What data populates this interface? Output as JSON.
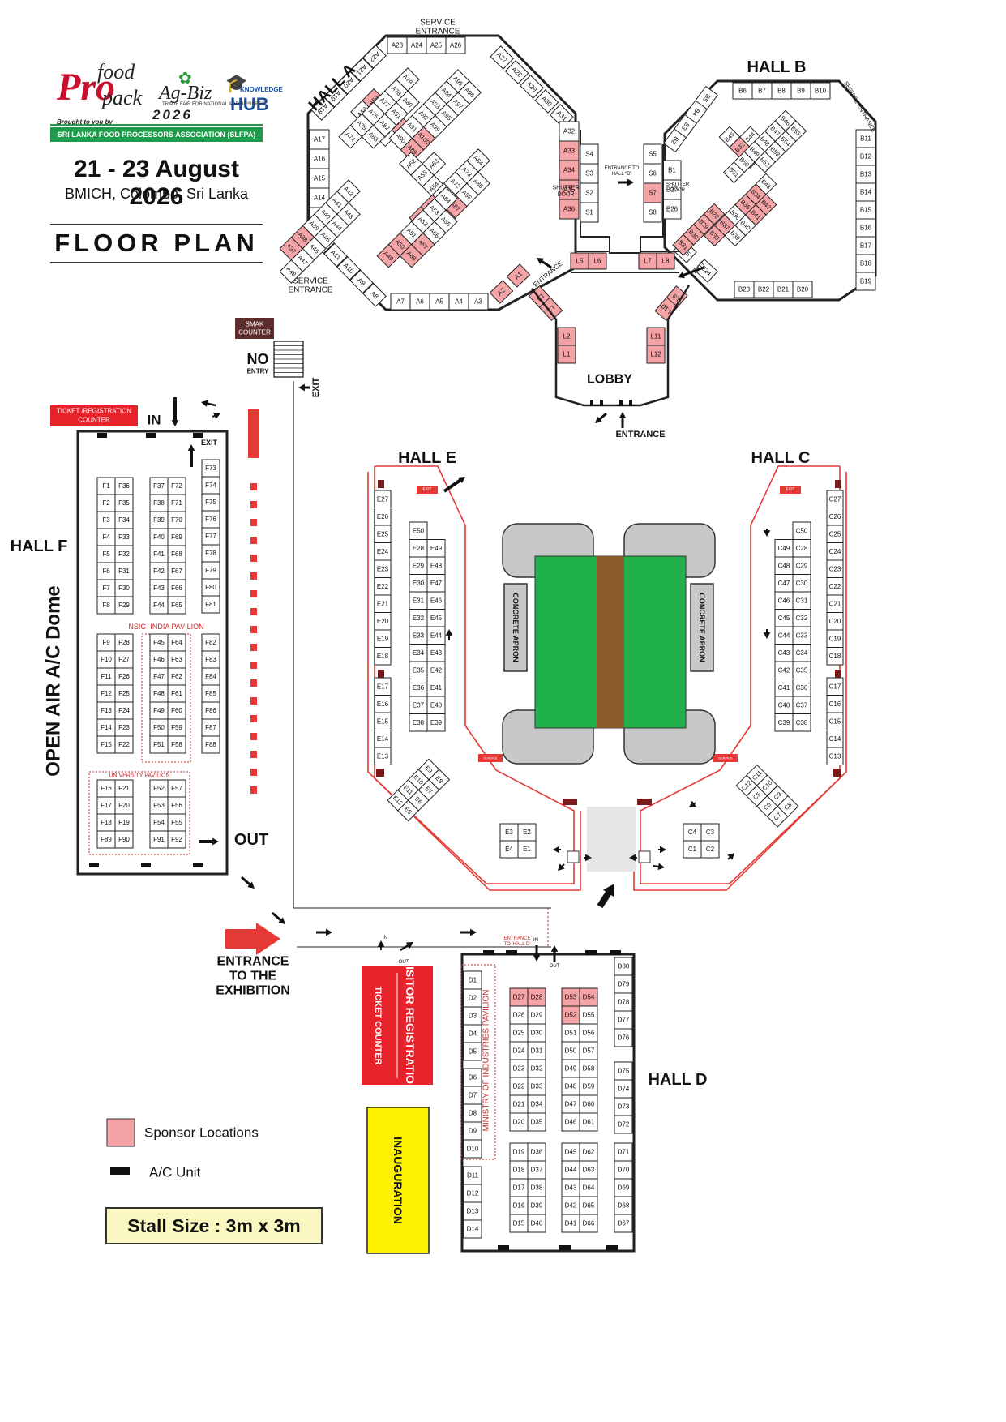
{
  "header": {
    "logo": {
      "pro": "Pro",
      "food": "food",
      "pack": "pack",
      "agbiz": "Ag-Biz",
      "knowledge": "KNOWLEDGE",
      "hub": "HUB",
      "year": "2026",
      "brought": "Brought to you by",
      "tagline": "TRADE FAIR FOR NATIONAL AGRIBUSINESS"
    },
    "association": "SRI LANKA FOOD PROCESSORS ASSOCIATION (SLFPA)",
    "dates": "21 - 23 August 2026",
    "venue": "BMICH, Colombo, Sri Lanka",
    "title": "FLOOR PLAN"
  },
  "colors": {
    "sponsor": "#f4a3a6",
    "exit_red": "#e53935",
    "green": "#21b14b",
    "brown": "#8b5a2b",
    "ticket_red": "#e8222a",
    "inauguration": "#fdf100"
  },
  "legend": {
    "sponsor": "Sponsor Locations",
    "ac": "A/C Unit",
    "stall_size": "Stall Size : 3m x 3m"
  },
  "labels": {
    "service_entrance_top": "SERVICE ENTRANCE",
    "service_entrance_left": "SERVICE ENTRANCE",
    "service_entrance_b": "SERVICE ENTRANCE",
    "exit": "EXIT",
    "lobby": "LOBBY",
    "entrance": "ENTRANCE",
    "shutter_door": "SHUTTER DOOR",
    "entrance_to_hall_b": "ENTRANCE TO HALL \"B\"",
    "smak_counter": "SMAK COUNTER",
    "no_entry_no": "NO",
    "no_entry_entry": "ENTRY",
    "ticket_counter": "TICKET /REGISTRATION COUNTER",
    "in": "IN",
    "out": "OUT",
    "open_air": "OPEN AIR A/C Dome",
    "entrance_exhibition": [
      "ENTRANCE",
      "TO THE",
      "EXHIBITION"
    ],
    "visitor_registration": "VISITOR REGISTRATION",
    "ticket_counter_d": "TICKET COUNTER",
    "inauguration": "INAUGURATION",
    "nsic": "NSIC- INDIA PAVILION",
    "university": "UNIVERSITY PAVILION",
    "ministry": "MINISTRY OF INDUSTRIES PAVILION",
    "concrete_apron": "CONCRETE APRON",
    "entrance_hall_d": "ENTRANCE TO 'HALL D'",
    "service_entrance_small": "SERVICE ENTRANCE",
    "in_small": "IN",
    "out_small": "OUT"
  },
  "halls": [
    {
      "id": "A",
      "label": "HALL A"
    },
    {
      "id": "B",
      "label": "HALL B"
    },
    {
      "id": "C",
      "label": "HALL  C"
    },
    {
      "id": "D",
      "label": "HALL D"
    },
    {
      "id": "E",
      "label": "HALL E"
    },
    {
      "id": "F",
      "label": "HALL F"
    }
  ],
  "hallA": {
    "top": [
      "A23",
      "A24",
      "A25",
      "A26"
    ],
    "upper_left": [
      "A22",
      "A21",
      "A20",
      "A19",
      "A18"
    ],
    "upper_right": [
      "A27",
      "A28",
      "A29",
      "A30",
      "A31"
    ],
    "left": [
      "A17",
      "A16",
      "A15",
      "A14",
      "A13"
    ],
    "lower_left": [
      "A12",
      "A11",
      "A10",
      "A9",
      "A8"
    ],
    "bottom": [
      "A7",
      "A6",
      "A5",
      "A4",
      "A3"
    ],
    "lower_right": [
      "A2",
      "A1"
    ],
    "right": [
      "A32",
      "A33",
      "A34",
      "A35",
      "A36"
    ],
    "blocks": [
      {
        "cells": [
          [
            "A58",
            "A59"
          ],
          [
            "A57",
            "A60"
          ],
          [
            "A56",
            "A61"
          ]
        ]
      },
      {
        "cells": [
          [
            "A79",
            ""
          ],
          [
            "A78",
            "A80"
          ],
          [
            "A77",
            "A81"
          ],
          [
            "A76",
            "A82"
          ],
          [
            "A75",
            "A83"
          ],
          [
            "A74",
            ""
          ]
        ]
      },
      {
        "cells": [
          [
            "A95",
            "A96"
          ],
          [
            "A94",
            "A97"
          ],
          [
            "A93",
            "A98"
          ],
          [
            "A92",
            "A99"
          ],
          [
            "A91",
            "A100"
          ],
          [
            "A90",
            "A89"
          ]
        ]
      },
      {
        "cells": [
          [
            "A62",
            ""
          ],
          [
            "A55",
            "A63"
          ],
          [
            "A54",
            ""
          ]
        ]
      },
      {
        "cells": [
          [
            "A84",
            ""
          ],
          [
            "A73",
            "A85"
          ],
          [
            "A72",
            "A86"
          ],
          [
            "A71",
            "A87"
          ],
          [
            "A70",
            "A88"
          ],
          [
            "A69",
            ""
          ]
        ]
      },
      {
        "cells": [
          [
            "A42",
            ""
          ],
          [
            "A41",
            "A43"
          ],
          [
            "A40",
            "A44"
          ],
          [
            "A39",
            "A45"
          ],
          [
            "A38",
            "A46"
          ],
          [
            "A37",
            "A47"
          ],
          [
            "",
            "A48"
          ]
        ]
      },
      {
        "cells": [
          [
            "A64",
            ""
          ],
          [
            "A53",
            "A65"
          ],
          [
            "A52",
            "A66"
          ],
          [
            "A51",
            "A67"
          ],
          [
            "A50",
            "A68"
          ],
          [
            "A49",
            ""
          ]
        ]
      }
    ]
  },
  "hallB": {
    "top": [
      "B6",
      "B7",
      "B8",
      "B9",
      "B10"
    ],
    "upper_left": [
      "B5",
      "B4",
      "B3",
      "B2"
    ],
    "left": [
      "B1",
      "B27",
      "B26"
    ],
    "lower_left": [
      "B25",
      "B24"
    ],
    "bottom": [
      "B23",
      "B22",
      "B21",
      "B20"
    ],
    "right": [
      "B11",
      "B12",
      "B13",
      "B14",
      "B15",
      "B16",
      "B17",
      "B18",
      "B19"
    ],
    "blocks": [
      {
        "cells": [
          [
            "B45",
            ""
          ],
          [
            "B32",
            "B44"
          ],
          [
            "B33",
            ""
          ]
        ]
      },
      {
        "cells": [
          [
            "B46",
            "B55"
          ],
          [
            "B47",
            "B54"
          ],
          [
            "B48",
            "B53"
          ],
          [
            "B49",
            "B52"
          ],
          [
            "B50",
            ""
          ],
          [
            "B51",
            ""
          ]
        ]
      },
      {
        "cells": [
          [
            "B43",
            ""
          ],
          [
            "B34",
            "B42"
          ],
          [
            "B35",
            "B41"
          ],
          [
            "B36",
            "B40"
          ],
          [
            "B37",
            "B39"
          ],
          [
            "B38",
            ""
          ]
        ]
      },
      {
        "cells": [
          [
            "B28",
            ""
          ],
          [
            "B29",
            ""
          ],
          [
            "B30",
            ""
          ],
          [
            "B31",
            ""
          ]
        ]
      }
    ]
  },
  "link": {
    "s_left": [
      "S4",
      "S3",
      "S2",
      "S1"
    ],
    "s_right": [
      "S5",
      "S6",
      "S7",
      "S8"
    ],
    "l_bottom": [
      "L5",
      "L6",
      "L7",
      "L8"
    ],
    "l_left": [
      "L4",
      "L3",
      "L2",
      "L1"
    ],
    "l_right": [
      "L9",
      "L10",
      "L11",
      "L12"
    ]
  },
  "hallF": {
    "group1": [
      [
        "F1",
        "F36"
      ],
      [
        "F2",
        "F35"
      ],
      [
        "F3",
        "F34"
      ],
      [
        "F4",
        "F33"
      ],
      [
        "F5",
        "F32"
      ],
      [
        "F6",
        "F31"
      ],
      [
        "F7",
        "F30"
      ],
      [
        "F8",
        "F29"
      ]
    ],
    "group2": [
      [
        "F37",
        "F72"
      ],
      [
        "F38",
        "F71"
      ],
      [
        "F39",
        "F70"
      ],
      [
        "F40",
        "F69"
      ],
      [
        "F41",
        "F68"
      ],
      [
        "F42",
        "F67"
      ],
      [
        "F43",
        "F66"
      ],
      [
        "F44",
        "F65"
      ]
    ],
    "group3": [
      "F73",
      "F74",
      "F75",
      "F76",
      "F77",
      "F78",
      "F79",
      "F80",
      "F81"
    ],
    "group4": [
      [
        "F9",
        "F28"
      ],
      [
        "F10",
        "F27"
      ],
      [
        "F11",
        "F26"
      ],
      [
        "F12",
        "F25"
      ],
      [
        "F13",
        "F24"
      ],
      [
        "F14",
        "F23"
      ],
      [
        "F15",
        "F22"
      ]
    ],
    "group5": [
      [
        "F45",
        "F64"
      ],
      [
        "F46",
        "F63"
      ],
      [
        "F47",
        "F62"
      ],
      [
        "F48",
        "F61"
      ],
      [
        "F49",
        "F60"
      ],
      [
        "F50",
        "F59"
      ],
      [
        "F51",
        "F58"
      ]
    ],
    "group6": [
      "F82",
      "F83",
      "F84",
      "F85",
      "F86",
      "F87",
      "F88"
    ],
    "group7": [
      [
        "F16",
        "F21"
      ],
      [
        "F17",
        "F20"
      ],
      [
        "F18",
        "F19"
      ],
      [
        "F89",
        "F90"
      ]
    ],
    "group8": [
      [
        "F52",
        "F57"
      ],
      [
        "F53",
        "F56"
      ],
      [
        "F54",
        "F55"
      ],
      [
        "F91",
        "F92"
      ]
    ]
  },
  "hallE": {
    "wall": [
      "E27",
      "E26",
      "E25",
      "E24",
      "E23",
      "E22",
      "E21",
      "E20",
      "E19",
      "E18",
      "E17",
      "E16",
      "E15",
      "E14",
      "E13"
    ],
    "inner": [
      [
        "E50",
        ""
      ],
      [
        "E28",
        "E49"
      ],
      [
        "E29",
        "E48"
      ],
      [
        "E30",
        "E47"
      ],
      [
        "E31",
        "E46"
      ],
      [
        "E32",
        "E45"
      ],
      [
        "E33",
        "E44"
      ],
      [
        "E34",
        "E43"
      ],
      [
        "E35",
        "E42"
      ],
      [
        "E36",
        "E41"
      ],
      [
        "E37",
        "E40"
      ],
      [
        "E38",
        "E39"
      ]
    ],
    "diag": [
      "E9",
      "E8",
      "E10",
      "E7",
      "E11",
      "E6",
      "E12",
      "E5"
    ],
    "small": [
      [
        "E3",
        "E2"
      ],
      [
        "E4",
        "E1"
      ]
    ]
  },
  "hallC": {
    "wall": [
      "C27",
      "C26",
      "C25",
      "C24",
      "C23",
      "C22",
      "C21",
      "C20",
      "C19",
      "C18",
      "C17",
      "C16",
      "C15",
      "C14",
      "C13"
    ],
    "inner": [
      [
        "",
        "C50"
      ],
      [
        "C49",
        "C28"
      ],
      [
        "C48",
        "C29"
      ],
      [
        "C47",
        "C30"
      ],
      [
        "C46",
        "C31"
      ],
      [
        "C45",
        "C32"
      ],
      [
        "C44",
        "C33"
      ],
      [
        "C43",
        "C34"
      ],
      [
        "C42",
        "C35"
      ],
      [
        "C41",
        "C36"
      ],
      [
        "C40",
        "C37"
      ],
      [
        "C39",
        "C38"
      ]
    ],
    "diag": [
      "C12",
      "C11",
      "C5",
      "C10",
      "C6",
      "C9",
      "C7",
      "C8"
    ],
    "small": [
      [
        "C4",
        "C3"
      ],
      [
        "C1",
        "C2"
      ]
    ]
  },
  "hallD": {
    "left1": [
      "D1",
      "D2",
      "D3",
      "D4",
      "D5"
    ],
    "left2": [
      "D6",
      "D7",
      "D8",
      "D9",
      "D10"
    ],
    "left3": [
      "D11",
      "D12",
      "D13",
      "D14"
    ],
    "mid1": [
      [
        "D27",
        "D28"
      ],
      [
        "D26",
        "D29"
      ],
      [
        "D25",
        "D30"
      ],
      [
        "D24",
        "D31"
      ],
      [
        "D23",
        "D32"
      ],
      [
        "D22",
        "D33"
      ],
      [
        "D21",
        "D34"
      ],
      [
        "D20",
        "D35"
      ]
    ],
    "mid2": [
      [
        "D53",
        "D54"
      ],
      [
        "D52",
        "D55"
      ],
      [
        "D51",
        "D56"
      ],
      [
        "D50",
        "D57"
      ],
      [
        "D49",
        "D58"
      ],
      [
        "D48",
        "D59"
      ],
      [
        "D47",
        "D60"
      ],
      [
        "D46",
        "D61"
      ]
    ],
    "mid3": [
      [
        "D19",
        "D36"
      ],
      [
        "D18",
        "D37"
      ],
      [
        "D17",
        "D38"
      ],
      [
        "D16",
        "D39"
      ],
      [
        "D15",
        "D40"
      ]
    ],
    "mid4": [
      [
        "D45",
        "D62"
      ],
      [
        "D44",
        "D63"
      ],
      [
        "D43",
        "D64"
      ],
      [
        "D42",
        "D65"
      ],
      [
        "D41",
        "D66"
      ]
    ],
    "right1": [
      "D80",
      "D79",
      "D78",
      "D77",
      "D76"
    ],
    "right2": [
      "D75",
      "D74",
      "D73",
      "D72"
    ],
    "right3": [
      "D71",
      "D70",
      "D69",
      "D68",
      "D67"
    ]
  },
  "sponsors": [
    "A59",
    "A60",
    "A61",
    "A100",
    "A89",
    "A33",
    "A34",
    "A35",
    "A36",
    "A87",
    "A88",
    "A70",
    "A69",
    "A38",
    "A37",
    "A67",
    "A68",
    "A50",
    "A49",
    "A1",
    "A2",
    "B32",
    "B33",
    "B34",
    "B42",
    "B35",
    "B41",
    "B37",
    "B38",
    "B28",
    "B29",
    "B30",
    "B31",
    "S7",
    "L1",
    "L2",
    "L3",
    "L4",
    "L5",
    "L6",
    "L7",
    "L8",
    "L9",
    "L10",
    "L11",
    "L12",
    "D27",
    "D28",
    "D53",
    "D54",
    "D52"
  ]
}
